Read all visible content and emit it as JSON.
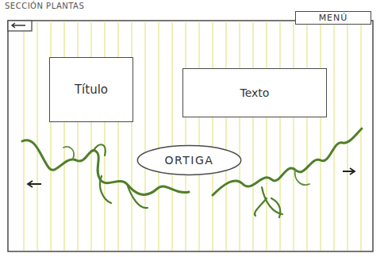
{
  "diagram": {
    "title": "SECCIÓN PLANTAS",
    "nodes": [
      {
        "text": [
          "MENÚ"
        ]
      },
      {
        "text": [
          "Título"
        ]
      },
      {
        "text": [
          "Texto"
        ]
      },
      {
        "text": [
          "ORTIGA"
        ]
      }
    ]
  }
}
